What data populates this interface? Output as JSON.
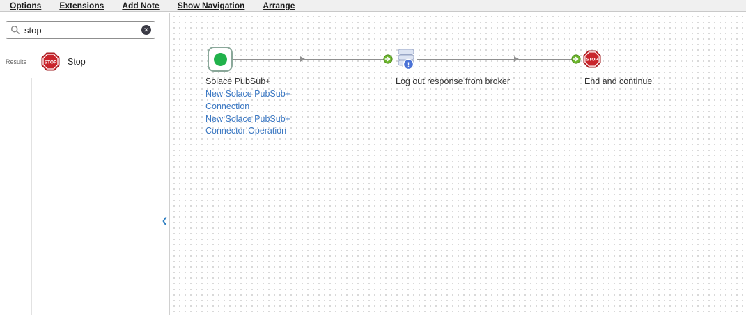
{
  "menubar": {
    "items": [
      {
        "label": "Options"
      },
      {
        "label": "Extensions"
      },
      {
        "label": "Add Note"
      },
      {
        "label": "Show Navigation"
      },
      {
        "label": "Arrange"
      }
    ]
  },
  "sidebar": {
    "search": {
      "value": "stop",
      "clear_icon": "✕"
    },
    "results_label": "Results",
    "result": {
      "label": "Stop"
    }
  },
  "panel": {
    "collapse_chevron": "❮"
  },
  "flow": {
    "nodes": [
      {
        "title": "Solace PubSub+",
        "links": [
          {
            "label": "New Solace PubSub+ Connection"
          },
          {
            "label": "New Solace PubSub+ Connector Operation"
          }
        ]
      },
      {
        "title": "Log out response from broker"
      },
      {
        "title": "End and continue"
      }
    ]
  },
  "icons": {
    "stop_text": "STOP",
    "broker_badge": "!"
  },
  "colors": {
    "link_blue": "#3b78c3",
    "stop_red": "#c9252c",
    "node_green": "#21b24b",
    "badge_green": "#6cb52d"
  }
}
